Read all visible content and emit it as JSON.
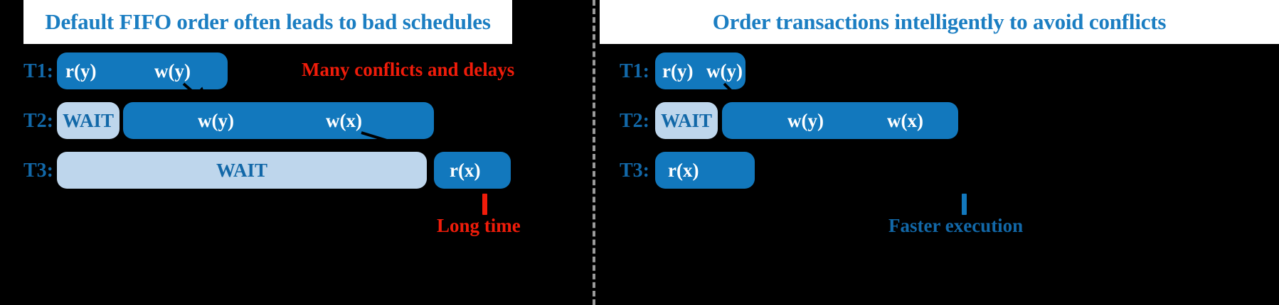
{
  "meta": {
    "accent_blue": "#1278bd",
    "label_blue": "#1268a8",
    "light_blue": "#bed6ec",
    "red": "#f01c0a",
    "panel_bg": "#ffffff",
    "page_bg": "#000000"
  },
  "left": {
    "title": "Default FIFO order often leads to bad schedules",
    "annotation_top": "Many conflicts and delays",
    "annotation_bottom": "Long time",
    "rows": [
      {
        "label": "T1:",
        "segments": [
          {
            "kind": "work",
            "ops": [
              "r(y)",
              "w(y)"
            ]
          }
        ]
      },
      {
        "label": "T2:",
        "segments": [
          {
            "kind": "wait",
            "ops": [
              "WAIT"
            ]
          },
          {
            "kind": "work",
            "ops": [
              "w(y)",
              "w(x)"
            ]
          }
        ]
      },
      {
        "label": "T3:",
        "segments": [
          {
            "kind": "wait",
            "ops": [
              "WAIT"
            ]
          },
          {
            "kind": "work",
            "ops": [
              "r(x)"
            ]
          }
        ]
      }
    ]
  },
  "right": {
    "title": "Order transactions intelligently to avoid conflicts",
    "annotation_bottom": "Faster execution",
    "rows": [
      {
        "label": "T1:",
        "segments": [
          {
            "kind": "work",
            "ops": [
              "r(y)",
              "w(y)"
            ]
          }
        ]
      },
      {
        "label": "T2:",
        "segments": [
          {
            "kind": "wait",
            "ops": [
              "WAIT"
            ]
          },
          {
            "kind": "work",
            "ops": [
              "w(y)",
              "w(x)"
            ]
          }
        ]
      },
      {
        "label": "T3:",
        "segments": [
          {
            "kind": "work",
            "ops": [
              "r(x)"
            ]
          }
        ]
      }
    ]
  }
}
